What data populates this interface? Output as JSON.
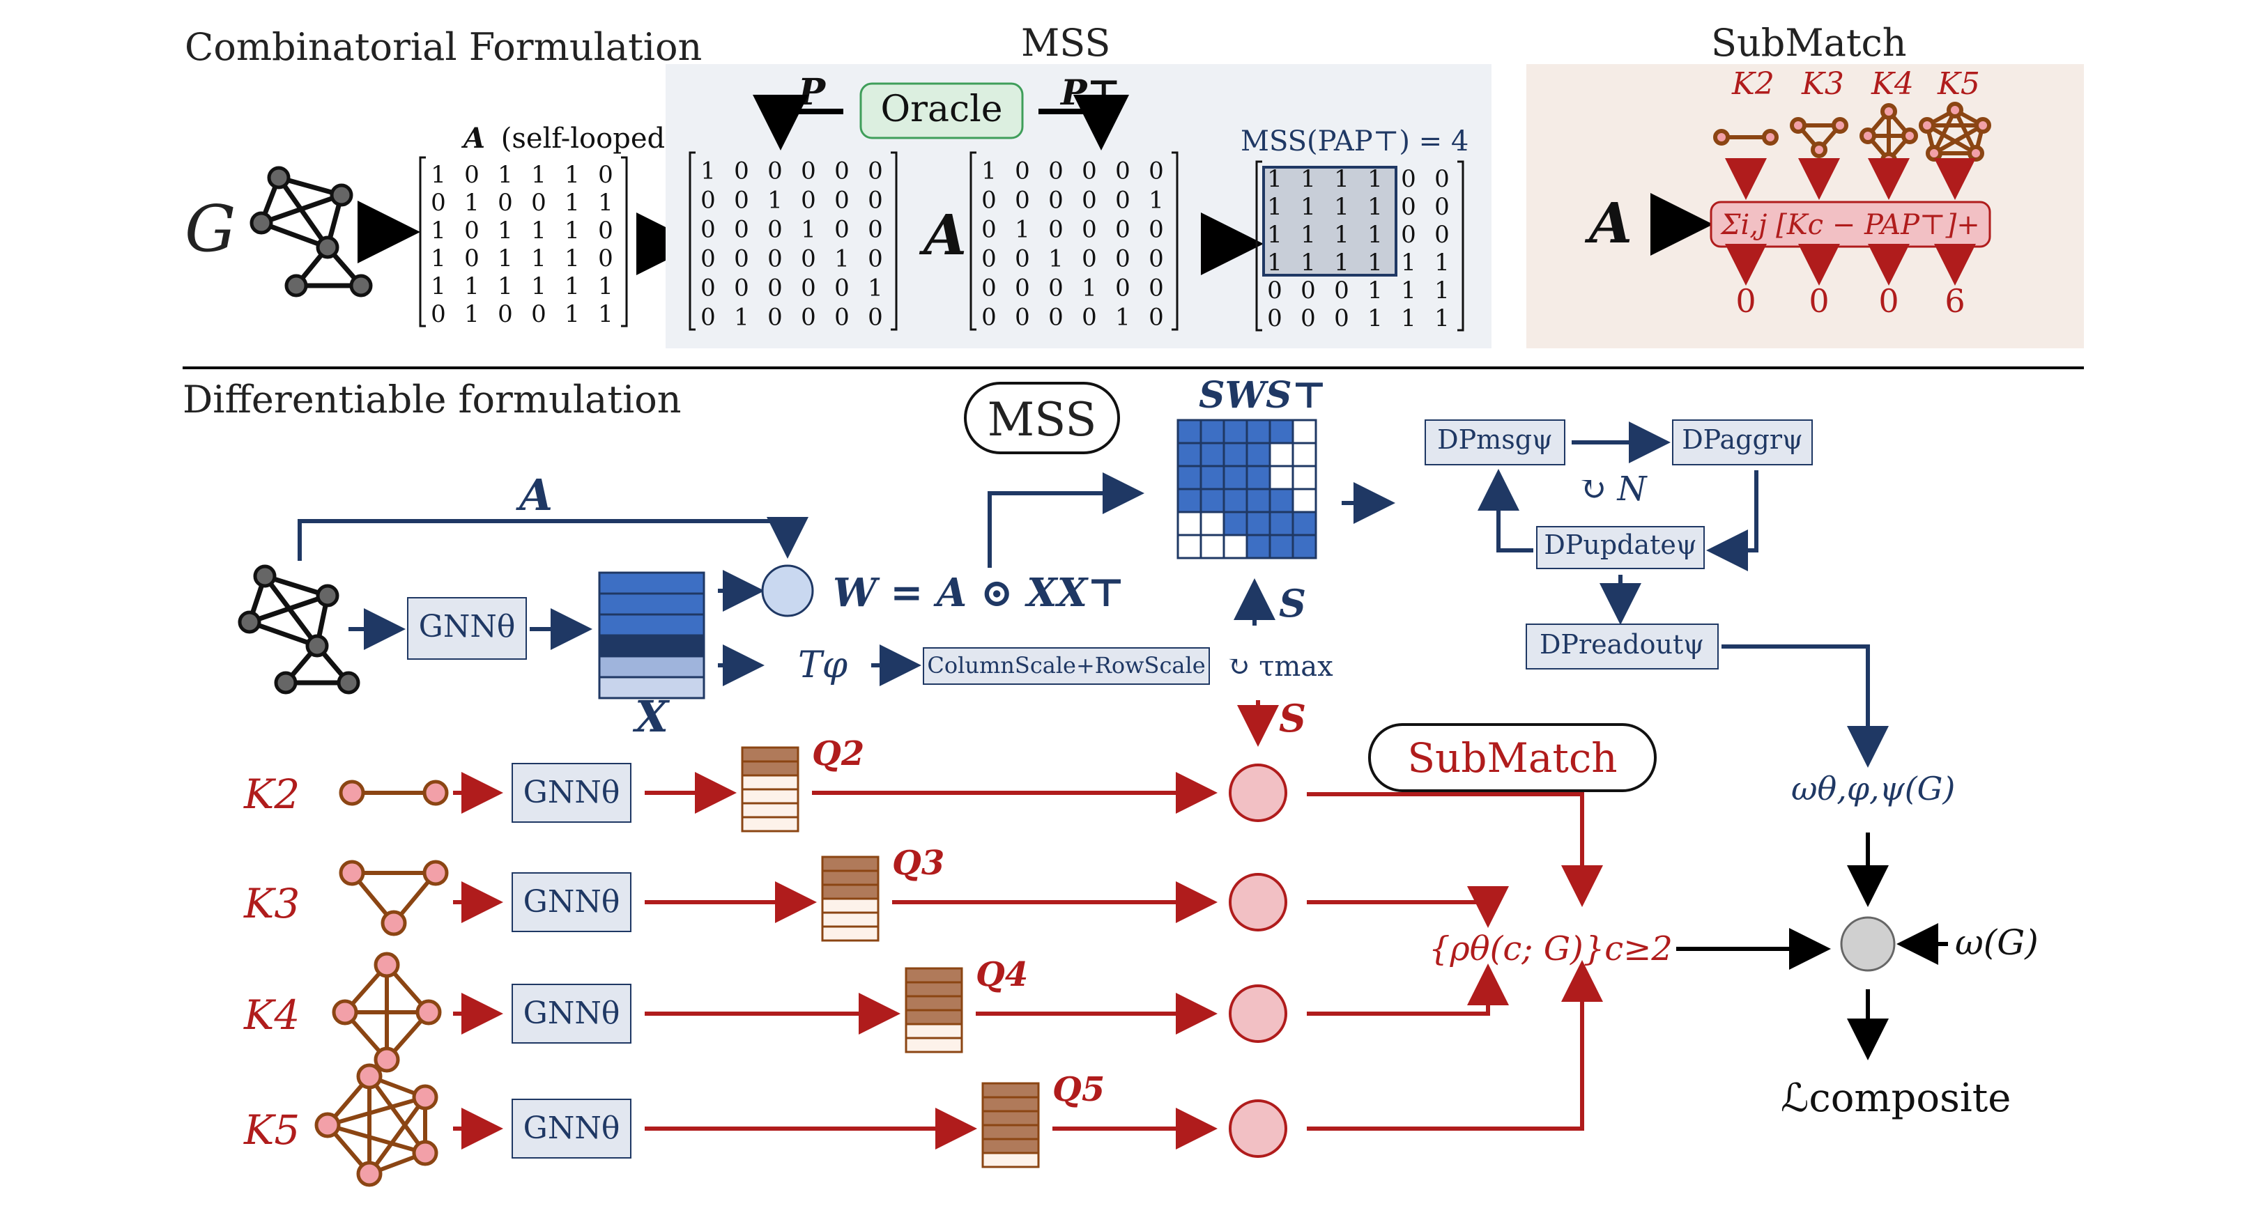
{
  "top": {
    "combinatorial_title": "Combinatorial Formulation",
    "mss_title": "MSS",
    "submatch_title": "SubMatch",
    "G_label": "G",
    "A_selflooped_label": "A",
    "A_selflooped_suffix": "(self-looped)",
    "A_matrix": [
      [
        "1",
        "0",
        "1",
        "1",
        "1",
        "0"
      ],
      [
        "0",
        "1",
        "0",
        "0",
        "1",
        "1"
      ],
      [
        "1",
        "0",
        "1",
        "1",
        "1",
        "0"
      ],
      [
        "1",
        "0",
        "1",
        "1",
        "1",
        "0"
      ],
      [
        "1",
        "1",
        "1",
        "1",
        "1",
        "1"
      ],
      [
        "0",
        "1",
        "0",
        "0",
        "1",
        "1"
      ]
    ],
    "P_label": "P",
    "PT_label": "P⊤",
    "oracle_label": "Oracle",
    "A_mid_label": "A",
    "P_matrix": [
      [
        "1",
        "0",
        "0",
        "0",
        "0",
        "0"
      ],
      [
        "0",
        "0",
        "1",
        "0",
        "0",
        "0"
      ],
      [
        "0",
        "0",
        "0",
        "1",
        "0",
        "0"
      ],
      [
        "0",
        "0",
        "0",
        "0",
        "1",
        "0"
      ],
      [
        "0",
        "0",
        "0",
        "0",
        "0",
        "1"
      ],
      [
        "0",
        "1",
        "0",
        "0",
        "0",
        "0"
      ]
    ],
    "PT_matrix": [
      [
        "1",
        "0",
        "0",
        "0",
        "0",
        "0"
      ],
      [
        "0",
        "0",
        "0",
        "0",
        "0",
        "1"
      ],
      [
        "0",
        "1",
        "0",
        "0",
        "0",
        "0"
      ],
      [
        "0",
        "0",
        "1",
        "0",
        "0",
        "0"
      ],
      [
        "0",
        "0",
        "0",
        "1",
        "0",
        "0"
      ],
      [
        "0",
        "0",
        "0",
        "0",
        "1",
        "0"
      ]
    ],
    "mss_value_label": "MSS(PAP⊤) = 4",
    "PAP_matrix": [
      [
        "1",
        "1",
        "1",
        "1",
        "0",
        "0"
      ],
      [
        "1",
        "1",
        "1",
        "1",
        "0",
        "0"
      ],
      [
        "1",
        "1",
        "1",
        "1",
        "0",
        "0"
      ],
      [
        "1",
        "1",
        "1",
        "1",
        "1",
        "1"
      ],
      [
        "0",
        "0",
        "0",
        "1",
        "1",
        "1"
      ],
      [
        "0",
        "0",
        "0",
        "1",
        "1",
        "1"
      ]
    ],
    "submatch_A": "A",
    "K_labels": [
      "K2",
      "K3",
      "K4",
      "K5"
    ],
    "submatch_formula": "Σi,j [Kc − PAP⊤]+",
    "submatch_outputs": [
      "0",
      "0",
      "0",
      "6"
    ]
  },
  "bottom": {
    "title": "Differentiable formulation",
    "mss_pill": "MSS",
    "submatch_pill": "SubMatch",
    "A_edge_label": "A",
    "gnn_label": "GNNθ",
    "X_label": "X",
    "W_formula": "W = A ⊙ XX⊤",
    "T_label": "Tφ",
    "scale_box": "ColumnScale+RowScale",
    "tau_label": "↻ τmax",
    "S_up_label": "S",
    "S_down_label": "S",
    "SWS_label": "SWS⊤",
    "dp_msg": "DPmsgψ",
    "dp_aggr": "DPaggrψ",
    "dp_loop": "↻ N",
    "dp_update": "DPupdateψ",
    "dp_readout": "DPreadoutψ",
    "omega_pred": "ωθ,φ,ψ(G)",
    "omega_true": "ω(G)",
    "loss_label": "ℒcomposite",
    "rho_label": "{ρθ(c; G)}c≥2",
    "clique_rows": [
      {
        "k": "K2",
        "q": "Q2"
      },
      {
        "k": "K3",
        "q": "Q3"
      },
      {
        "k": "K4",
        "q": "Q4"
      },
      {
        "k": "K5",
        "q": "Q5"
      }
    ]
  },
  "colors": {
    "navy": "#1f3864",
    "blue": "#3d6fc4",
    "red": "#b01c1c",
    "brown": "#8b4513",
    "pink": "#f2c0c4",
    "gray_panel": "#eef1f5",
    "beige_panel": "#f5ece6",
    "green_oracle": "#dcefe0"
  }
}
